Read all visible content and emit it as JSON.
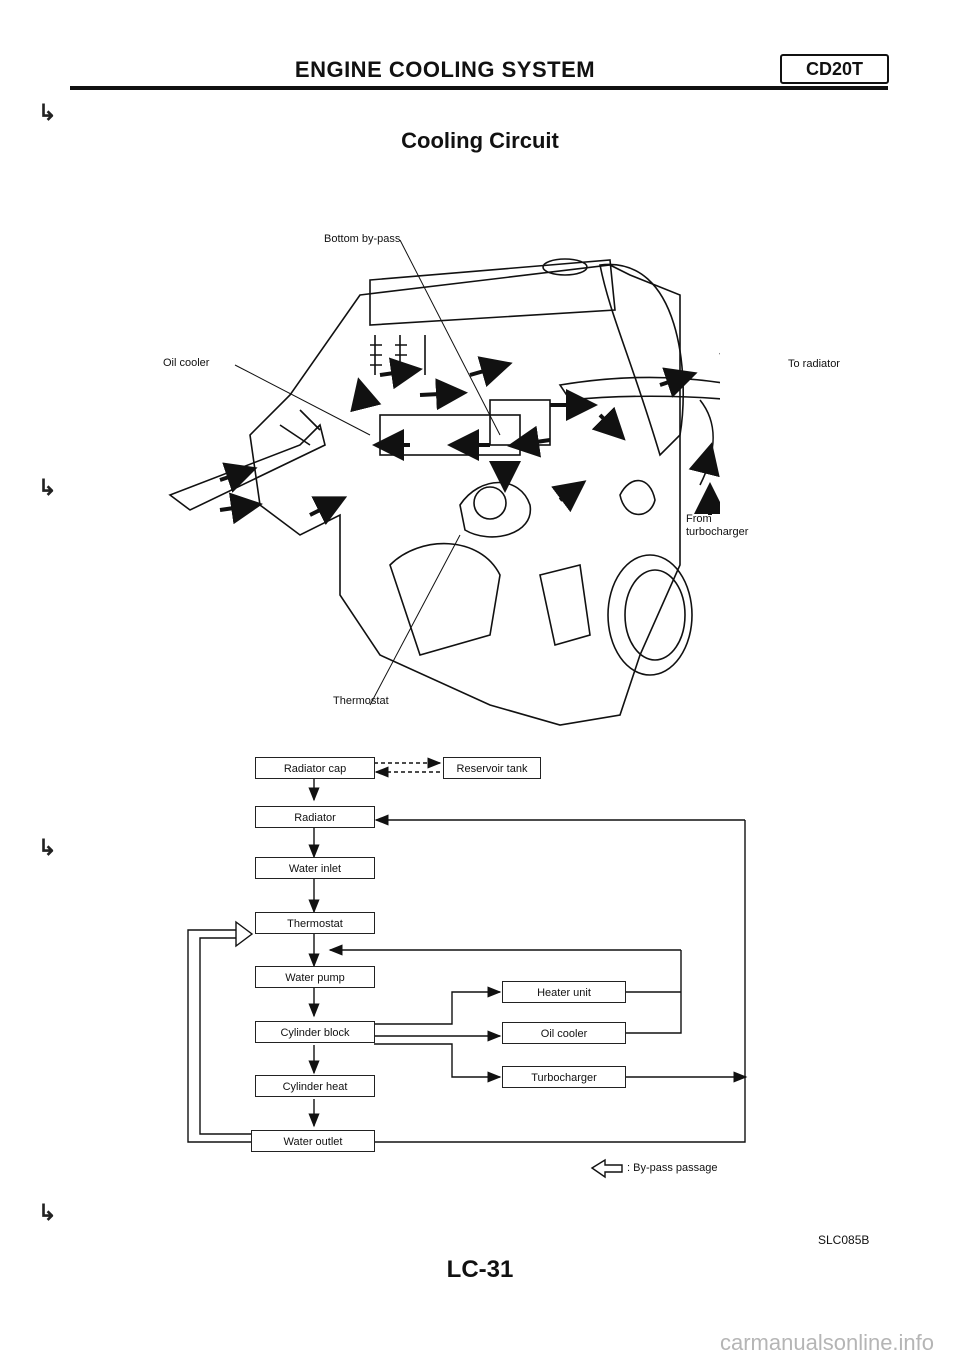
{
  "header": {
    "title": "ENGINE COOLING SYSTEM",
    "engine_code": "CD20T"
  },
  "subtitle": "Cooling Circuit",
  "illustration": {
    "labels": {
      "bottom_bypass": "Bottom by-pass",
      "oil_cooler": "Oil cooler",
      "to_radiator": "To radiator",
      "from_turbo_line1": "From",
      "from_turbo_line2": "turbocharger",
      "thermostat": "Thermostat"
    }
  },
  "flowchart": {
    "boxes": {
      "radiator_cap": "Radiator cap",
      "reservoir_tank": "Reservoir tank",
      "radiator": "Radiator",
      "water_inlet": "Water inlet",
      "thermostat": "Thermostat",
      "water_pump": "Water pump",
      "cylinder_block": "Cylinder block",
      "cylinder_heat": "Cylinder heat",
      "water_outlet": "Water outlet",
      "heater_unit": "Heater unit",
      "oil_cooler": "Oil cooler",
      "turbocharger": "Turbocharger"
    },
    "legend": ": By-pass passage"
  },
  "footer": {
    "figure_code": "SLC085B",
    "page_number": "LC-31",
    "watermark": "carmanualsonline.info"
  }
}
